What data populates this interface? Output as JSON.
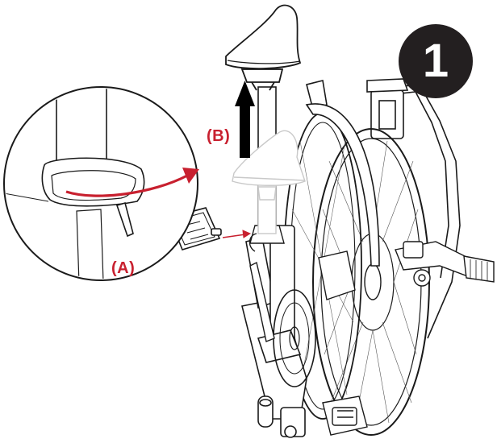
{
  "step_number": "1",
  "labels": {
    "a": "(A)",
    "b": "(B)"
  },
  "colors": {
    "accent_red": "#c8202f",
    "badge": "#231f20",
    "line": "#1a1a1a",
    "ghost": "#c9c9c9"
  },
  "icons": [
    "saddle-icon",
    "pedal-icon",
    "seatpost-clamp-icon",
    "folded-bicycle-icon"
  ]
}
